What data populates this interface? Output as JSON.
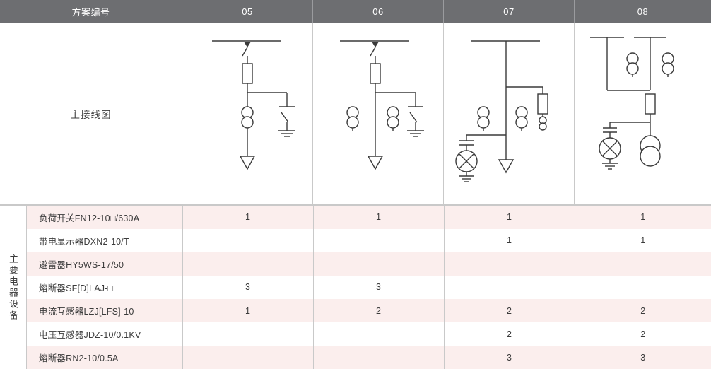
{
  "header": {
    "label": "方案编号",
    "columns": [
      "05",
      "06",
      "07",
      "08"
    ]
  },
  "diagram_row": {
    "label": "主接线图",
    "schematics": [
      {
        "scheme": "05",
        "elements": [
          "busbar",
          "load-switch",
          "fuse",
          "current-transformer",
          "earthing-switch",
          "cable-outgoing-arrow"
        ]
      },
      {
        "scheme": "06",
        "elements": [
          "busbar",
          "load-switch",
          "fuse",
          "current-transformer-x2",
          "earthing-switch",
          "cable-outgoing-arrow"
        ]
      },
      {
        "scheme": "07",
        "elements": [
          "busbar",
          "fuse-branch",
          "current-transformer-x2",
          "surge-arrester",
          "cable-outgoing-arrow"
        ]
      },
      {
        "scheme": "08",
        "elements": [
          "busbar-split",
          "current-transformer-x2",
          "fuse",
          "surge-arrester",
          "voltage-transformer"
        ]
      }
    ]
  },
  "spec_section": {
    "vertical_label": "主要电器设备",
    "rows": [
      {
        "name": "负荷开关FN12-10□/630A",
        "q05": "1",
        "q06": "1",
        "q07": "1",
        "q08": "1"
      },
      {
        "name": "带电显示器DXN2-10/T",
        "q05": "",
        "q06": "",
        "q07": "1",
        "q08": "1"
      },
      {
        "name": "避雷器HY5WS-17/50",
        "q05": "",
        "q06": "",
        "q07": "",
        "q08": ""
      },
      {
        "name": "熔断器SF[D]LAJ-□",
        "q05": "3",
        "q06": "3",
        "q07": "",
        "q08": ""
      },
      {
        "name": "电流互感器LZJ[LFS]-10",
        "q05": "1",
        "q06": "2",
        "q07": "2",
        "q08": "2"
      },
      {
        "name": "电压互感器JDZ-10/0.1KV",
        "q05": "",
        "q06": "",
        "q07": "2",
        "q08": "2"
      },
      {
        "name": "熔断器RN2-10/0.5A",
        "q05": "",
        "q06": "",
        "q07": "3",
        "q08": "3"
      }
    ]
  },
  "colors": {
    "header_bg": "#6d6e71",
    "header_text": "#ffffff",
    "row_odd_bg": "#fbeeed",
    "row_even_bg": "#ffffff",
    "grid_line": "#c9c9c9",
    "schematic_line": "#3a3a3a",
    "body_text": "#3b3b3b"
  }
}
